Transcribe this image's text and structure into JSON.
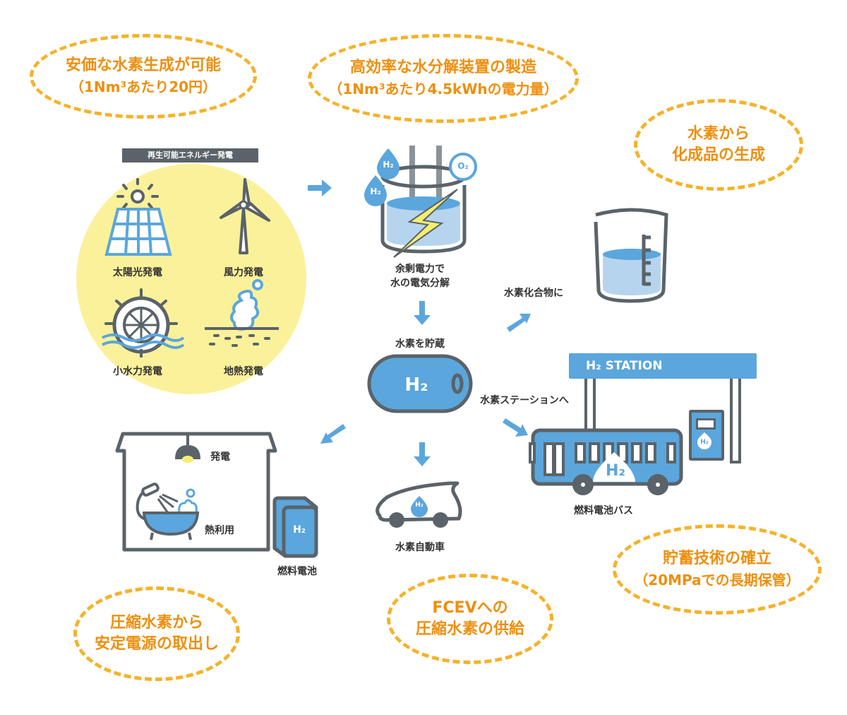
{
  "goals": {
    "cheap_production": {
      "line1": "安価な水素生成が可能",
      "line2": "（1Nm³あたり20円）"
    },
    "electrolyzer": {
      "line1": "高効率な水分解装置の製造",
      "line2": "（1Nm³あたり4.5kWhの電力量）"
    },
    "chemicals": {
      "line1": "水素から",
      "line2": "化成品の生成"
    },
    "storage": {
      "line1": "貯蓄技術の確立",
      "line2": "（20MPaでの長期保管）"
    },
    "stable_power": {
      "line1": "圧縮水素から",
      "line2": "安定電源の取出し"
    },
    "fcev": {
      "line1": "FCEVへの",
      "line2": "圧縮水素の供給"
    }
  },
  "renewable": {
    "banner": "再生可能エネルギー発電",
    "items": [
      {
        "label": "太陽光発電",
        "icon": "solar-panel-icon"
      },
      {
        "label": "風力発電",
        "icon": "wind-turbine-icon"
      },
      {
        "label": "小水力発電",
        "icon": "water-wheel-icon"
      },
      {
        "label": "地熱発電",
        "icon": "geothermal-icon"
      }
    ]
  },
  "electrolysis": {
    "line1": "余剰電力で",
    "line2": "水の電気分解",
    "h2": "H₂",
    "o2": "O₂"
  },
  "tank": {
    "label": "水素を貯蔵",
    "text": "H₂"
  },
  "compound": {
    "label": "水素化合物に"
  },
  "station": {
    "label": "水素ステーションへ",
    "sign": "H₂ STATION",
    "bus_label": "燃料電池バス",
    "bus_text": "H₂",
    "pump_text": "H₂"
  },
  "car": {
    "label": "水素自動車",
    "text": "H₂"
  },
  "home": {
    "light_label": "発電",
    "bath_label": "熱利用",
    "fuel_cell_label": "燃料電池",
    "fuel_cell_text": "H₂"
  },
  "colors": {
    "accent_orange": "#ee8f0f",
    "dash_orange": "#f5b22a",
    "blue": "#5ba6dc",
    "light_blue": "#b7d4ef",
    "gray": "#5a6369",
    "yellow": "#fbf19a"
  }
}
